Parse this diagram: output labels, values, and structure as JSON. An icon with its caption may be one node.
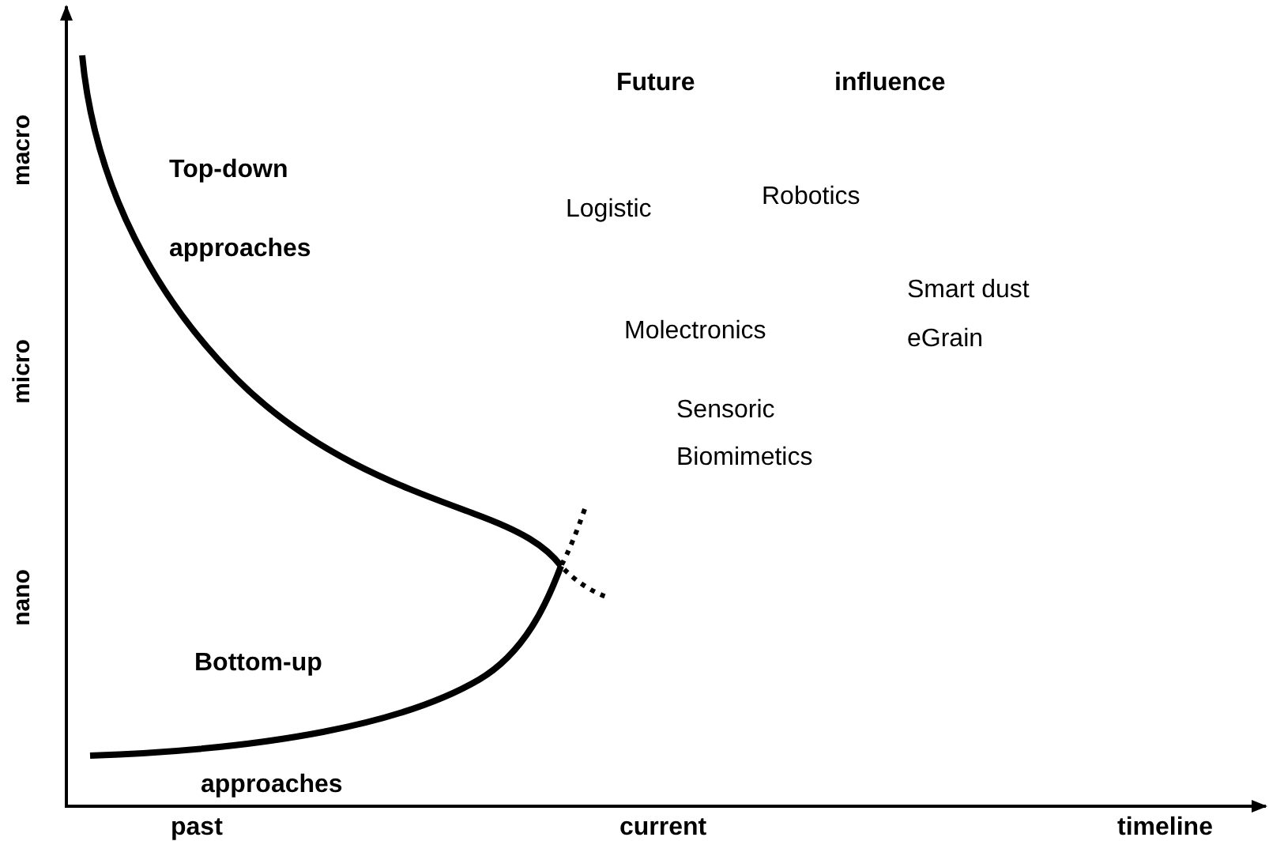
{
  "diagram": {
    "labels": [
      "Future",
      "influence",
      "macro",
      "Top-down",
      "Robotics",
      "Logistic",
      "approaches",
      "Smart dust",
      "micro",
      "Molectronics",
      "eGrain",
      "Sensoric",
      "Biomimetics",
      "nano",
      "Bottom-up",
      "approaches",
      "past",
      "current",
      "timeline"
    ]
  }
}
